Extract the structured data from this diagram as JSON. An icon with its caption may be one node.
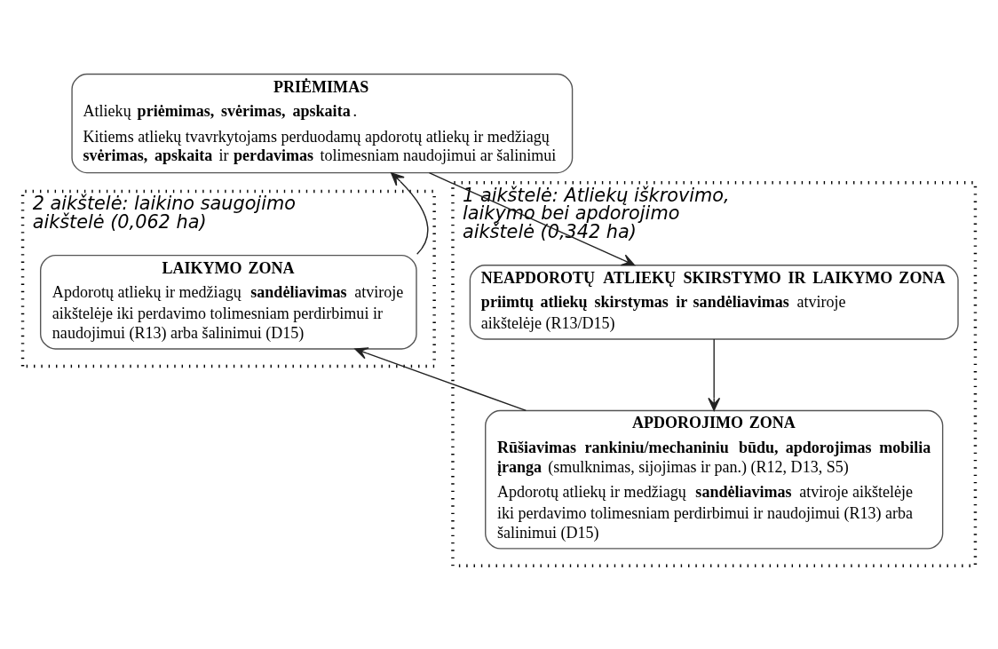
{
  "diagram": {
    "nodes": [
      {
        "text": [
          "PRIĖMIMAS",
          "Atliekų **priėmimas, svėrimas, apskaita**.",
          "Kitiems atliekų tvavrkytojams perduodamų apdorotų atliekų ir medžiagų **svėrimas, apskaita** ir **perdavimas** tolimesniam naudojimui ar šalinimui"
        ]
      },
      {
        "text": [
          "2 aikštelė: laikino saugojimo aikštelė (0,062 ha)"
        ]
      },
      {
        "text": [
          "LAIKYMO ZONA",
          "Apdorotų atliekų ir medžiagų **sandėliavimas** atviroje aikštelėje iki perdavimo tolimesniam perdirbimui ir naudojimui (R13) arba šalinimui (D15)"
        ],
        "in": 1
      },
      {
        "text": [
          "1 aikštelė: Atliekų iškrovimo, laikymo bei apdorojimo aikštelė (0,342 ha)"
        ]
      },
      {
        "text": [
          "NEAPDOROTŲ ATLIEKŲ SKIRSTYMO IR LAIKYMO ZONA",
          "**priimtų atliekų skirstymas ir sandėliavimas** atviroje aikštelėje (R13/D15)"
        ],
        "in": 3
      },
      {
        "text": [
          "APDOROJIMO ZONA",
          "**Rūšiavimas rankiniu/mechaniniu būdu, apdorojimas mobilia įranga** (smulknimas, sijojimas ir pan.) (R12, D13, S5)",
          "Apdorotų atliekų ir medžiagų **sandėliavimas** atviroje aikštelėje iki perdavimo tolimesniam perdirbimui ir naudojimui (R13) arba šalinimui (D15)"
        ],
        "in": 3
      }
    ],
    "edges": [
      {
        "from": 0,
        "to": 4,
        "arrow": "to"
      },
      {
        "from": 4,
        "to": 5,
        "arrow": "to"
      },
      {
        "from": 5,
        "to": 2,
        "arrow": "to"
      },
      {
        "from": 2,
        "to": 0,
        "arrow": "to"
      }
    ]
  }
}
